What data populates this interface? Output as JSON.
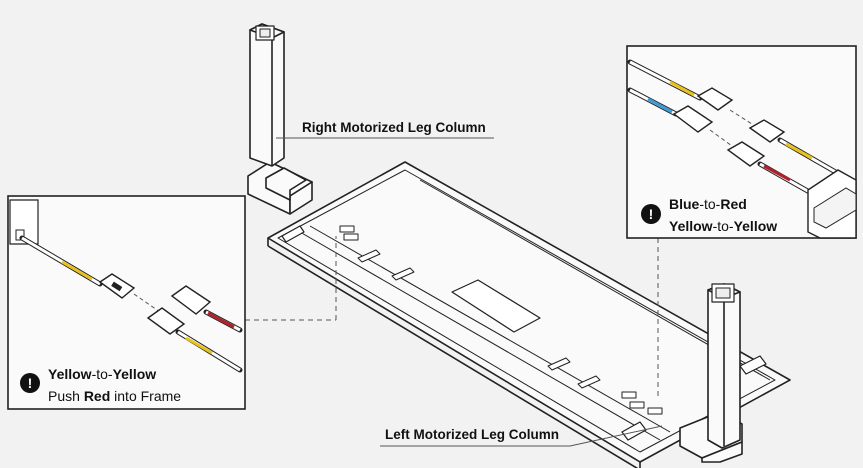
{
  "labels": {
    "right_leg": "Right Motorized Leg Column",
    "left_leg": "Left Motorized Leg Column"
  },
  "inset_left": {
    "line1": {
      "a": "Yellow",
      "sep": "-to-",
      "b": "Yellow"
    },
    "line2": {
      "pre": "Push ",
      "bold": "Red",
      "post": " into Frame"
    }
  },
  "inset_right": {
    "line1": {
      "a": "Blue",
      "sep": "-to-",
      "b": "Red"
    },
    "line2": {
      "a": "Yellow",
      "sep": "-to-",
      "b": "Yellow"
    }
  },
  "icons": {
    "warning": "!"
  },
  "colors": {
    "background": "#f2f2f2",
    "yellow_wire": "#e8c21a",
    "red_wire": "#b2202a",
    "blue_wire": "#3d9bd6",
    "line": "#222222"
  }
}
